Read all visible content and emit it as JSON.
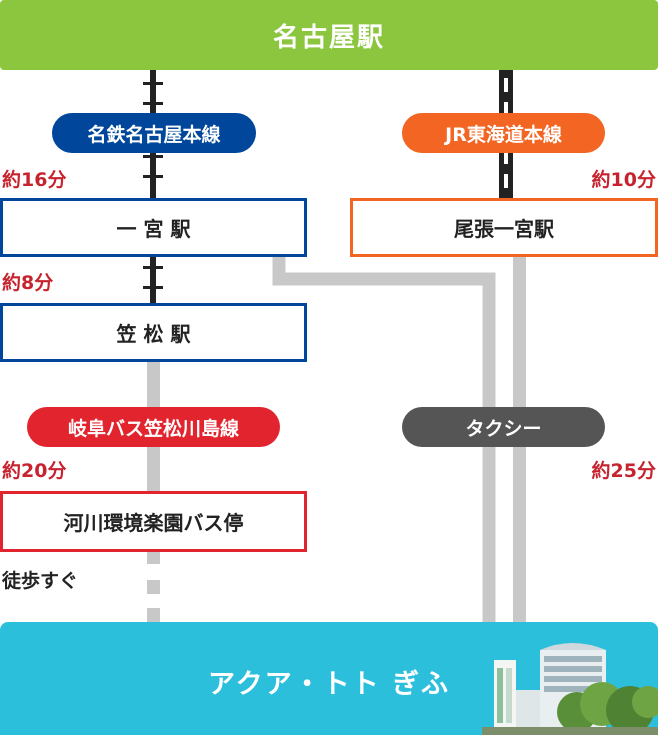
{
  "header": {
    "station": "名古屋駅"
  },
  "left_route": {
    "line1": "名鉄名古屋本線",
    "time1": "約16分",
    "station1": "一 宮 駅",
    "time2": "約8分",
    "station2": "笠 松 駅",
    "bus_line": "岐阜バス笠松川島線",
    "time3": "約20分",
    "bus_stop": "河川環境楽園バス停",
    "walk": "徒歩すぐ"
  },
  "right_route": {
    "line": "JR東海道本線",
    "time": "約10分",
    "station": "尾張一宮駅",
    "taxi": "タクシー",
    "taxi_time": "約25分"
  },
  "destination": {
    "name": "アクア・トト ぎふ"
  },
  "colors": {
    "green": "#8cc63e",
    "meitetsu_blue": "#00469b",
    "jr_orange": "#f26522",
    "bus_red": "#e1242d",
    "taxi_gray": "#555555",
    "time_red": "#c6232f",
    "destination_cyan": "#2cbfdc",
    "route_gray": "#c8c8c8"
  },
  "icons": [
    "railway-track-icon",
    "aquarium-building-icon"
  ]
}
